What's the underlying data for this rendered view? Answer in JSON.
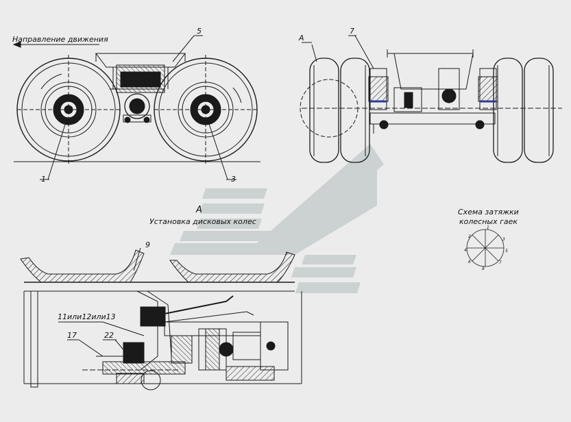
{
  "labels": {
    "direction": "Направление движения",
    "view_a_top": "А",
    "view_a_bottom": "А",
    "installation_title": "Установка дисковых колес",
    "scheme_title_line1": "Схема затяжки",
    "scheme_title_line2": "колесных гаек",
    "parts": {
      "p1": "1",
      "p3": "3",
      "p5": "5",
      "p7": "7",
      "p9": "9",
      "p11": "11или12или13",
      "p17": "17",
      "p22": "22"
    },
    "nut_order": [
      "1",
      "3",
      "5",
      "7",
      "8",
      "6",
      "4",
      "2"
    ]
  },
  "colors": {
    "line": "#1a1a1a",
    "background": "#ececec",
    "watermark": "#c9cfcf",
    "accent_blue": "#2e3a9a"
  },
  "icons": {
    "direction_arrow": "arrow-left-icon",
    "watermark": "watermark-logo-icon"
  }
}
